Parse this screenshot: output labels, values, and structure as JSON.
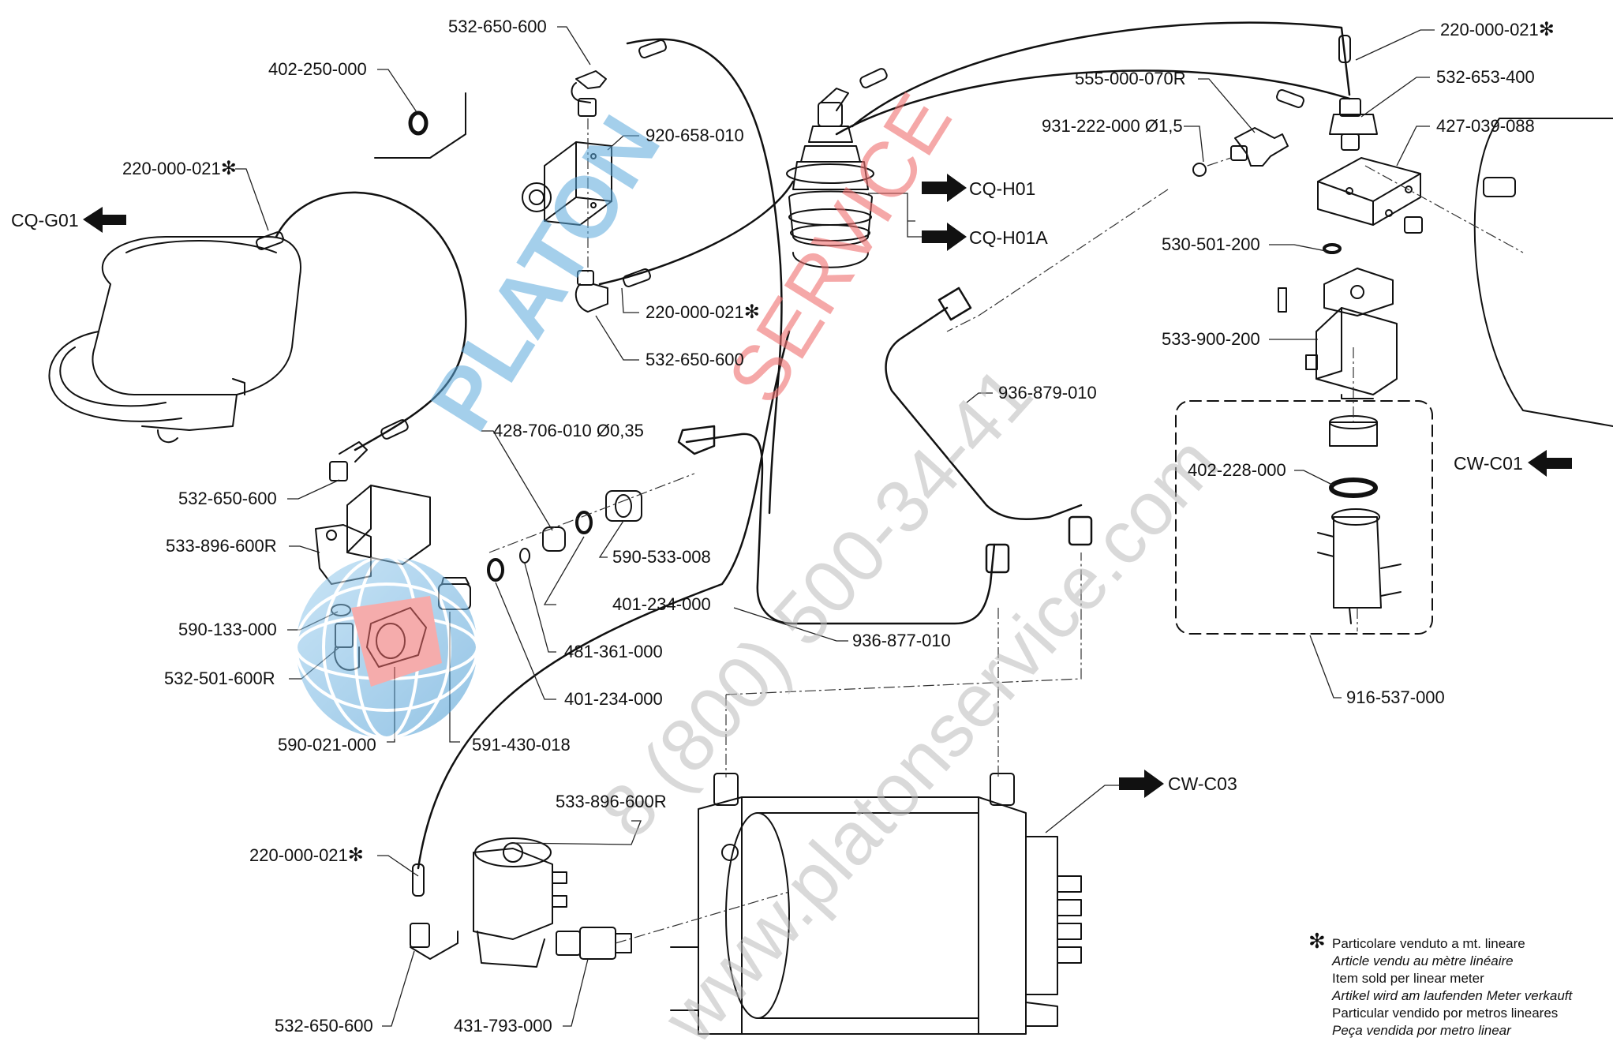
{
  "part_labels": {
    "p532_650_600_top": "532-650-600",
    "p402_250_000": "402-250-000",
    "p920_658_010": "920-658-010",
    "p220_000_021_left": "220-000-021",
    "p220_000_021_mid": "220-000-021",
    "p532_650_600_mid": "532-650-600",
    "p532_650_600_left": "532-650-600",
    "p533_896_600R_left": "533-896-600R",
    "p590_133_000": "590-133-000",
    "p532_501_600R": "532-501-600R",
    "p590_021_000": "590-021-000",
    "p591_430_018": "591-430-018",
    "p401_234_000_a": "401-234-000",
    "p481_361_000": "481-361-000",
    "p401_234_000_b": "401-234-000",
    "p590_533_008": "590-533-008",
    "p428_706_010": "428-706-010 Ø0,35",
    "p936_877_010": "936-877-010",
    "p936_879_010": "936-879-010",
    "p220_000_021_topright": "220-000-021",
    "p555_000_070R": "555-000-070R",
    "p532_653_400": "532-653-400",
    "p931_222_000": "931-222-000 Ø1,5",
    "p427_039_088": "427-039-088",
    "p530_501_200": "530-501-200",
    "p533_900_200": "533-900-200",
    "p402_228_000": "402-228-000",
    "p916_537_000": "916-537-000",
    "p533_896_600R_bottom": "533-896-600R",
    "p220_000_021_bottom": "220-000-021",
    "p532_650_600_bottom": "532-650-600",
    "p431_793_000": "431-793-000"
  },
  "asterisk_symbol": "✻",
  "references": {
    "cq_g01": "CQ-G01",
    "cq_h01": "CQ-H01",
    "cq_h01a": "CQ-H01A",
    "cw_c01": "CW-C01",
    "cw_c03": "CW-C03"
  },
  "legend": {
    "star": "✻",
    "it": "Particolare venduto a mt. lineare",
    "fr": "Article vendu au mètre linéaire",
    "en": "Item sold per linear meter",
    "de": "Artikel wird am laufenden Meter verkauft",
    "es": "Particular vendido por metros lineares",
    "pt": "Peça vendida por metro linear"
  },
  "watermark": {
    "brand_a": "PLATON",
    "brand_b": "SERVICE",
    "phone": "8 (800) 500-34-41",
    "site": "www.platonservice.com"
  },
  "colors": {
    "line": "#111111",
    "watermark_blue": "#5aa8dc",
    "watermark_red": "#f07070",
    "watermark_gray": "#c8c8c8"
  }
}
